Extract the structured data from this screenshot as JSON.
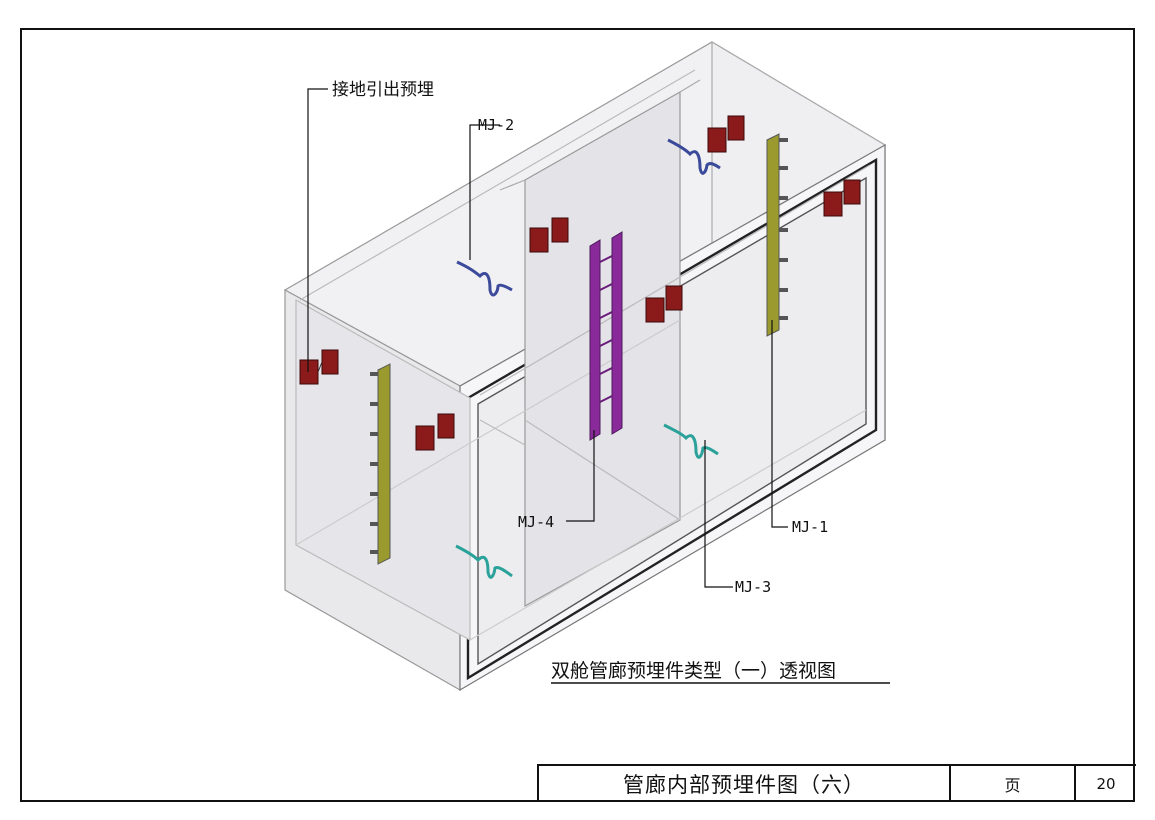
{
  "labels": {
    "grounding": "接地引出预埋",
    "mj1": "MJ-1",
    "mj2": "MJ-2",
    "mj3": "MJ-3",
    "mj4": "MJ-4"
  },
  "caption": "双舱管廊预埋件类型（一）透视图",
  "title_block": {
    "drawing_title": "管廊内部预埋件图（六）",
    "page_label": "页",
    "page_number": "20"
  },
  "colors": {
    "plate_red": "#8b1a1a",
    "channel_olive": "#9a9a2e",
    "channel_purple": "#8a2a9a",
    "rebar_blue": "#3b4a9a",
    "rebar_teal": "#2aa29a"
  }
}
